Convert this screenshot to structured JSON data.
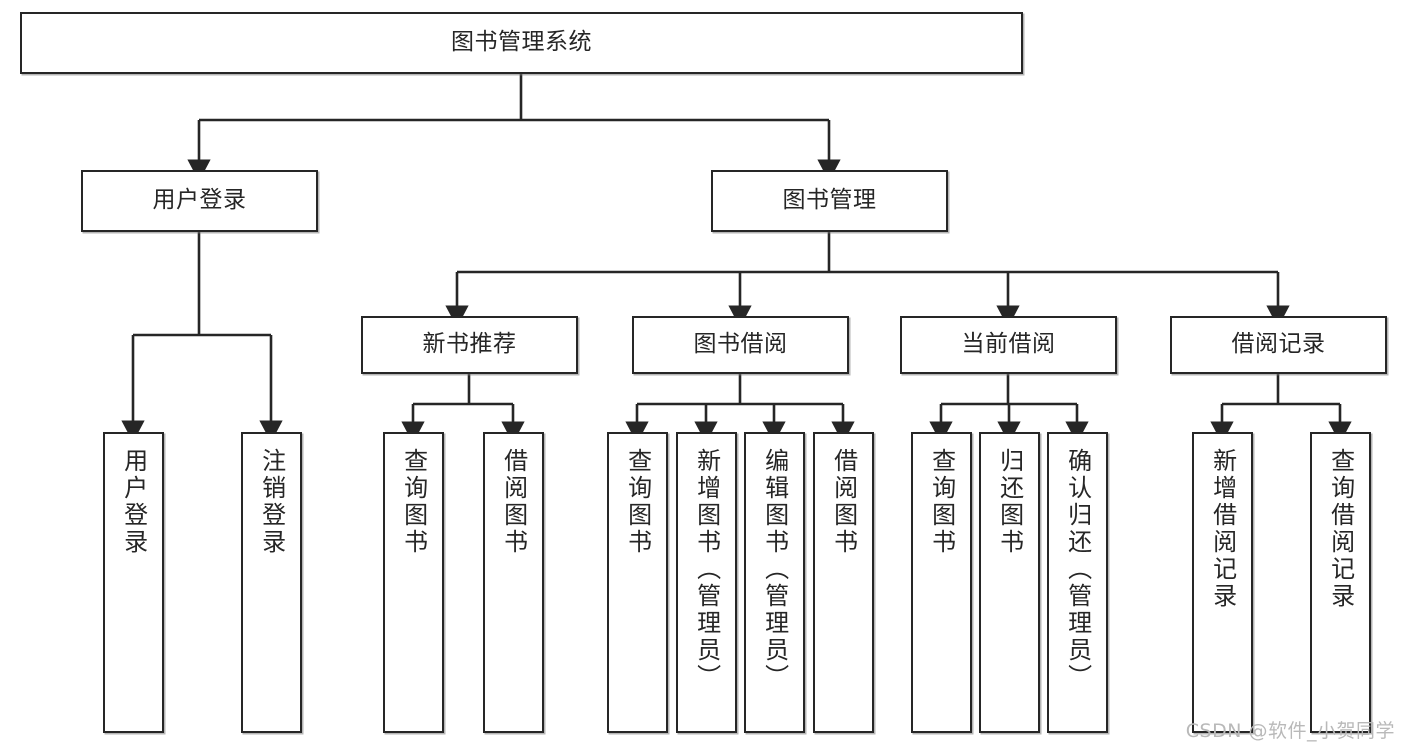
{
  "diagram": {
    "title_node": {
      "label": "图书管理系统"
    },
    "level2": [
      {
        "id": "user-login",
        "label": "用户登录"
      },
      {
        "id": "book-management",
        "label": "图书管理"
      }
    ],
    "level3": [
      {
        "id": "new-book-recommend",
        "label": "新书推荐"
      },
      {
        "id": "book-borrow",
        "label": "图书借阅"
      },
      {
        "id": "current-borrow",
        "label": "当前借阅"
      },
      {
        "id": "borrow-record",
        "label": "借阅记录"
      }
    ],
    "leaves": {
      "user_login": [
        {
          "id": "leaf-user-login",
          "label": "用户登录"
        },
        {
          "id": "leaf-logout-login",
          "label": "注销登录"
        }
      ],
      "new_book_recommend": [
        {
          "id": "leaf-query-books-1",
          "label": "查询图书"
        },
        {
          "id": "leaf-borrow-books-1",
          "label": "借阅图书"
        }
      ],
      "book_borrow": [
        {
          "id": "leaf-query-books-2",
          "label": "查询图书"
        },
        {
          "id": "leaf-add-book-admin",
          "label": "新增图书（管理员）"
        },
        {
          "id": "leaf-edit-book-admin",
          "label": "编辑图书（管理员）"
        },
        {
          "id": "leaf-borrow-books-2",
          "label": "借阅图书"
        }
      ],
      "current_borrow": [
        {
          "id": "leaf-query-books-3",
          "label": "查询图书"
        },
        {
          "id": "leaf-return-books",
          "label": "归还图书"
        },
        {
          "id": "leaf-confirm-return-admin",
          "label": "确认归还（管理员）"
        }
      ],
      "borrow_record": [
        {
          "id": "leaf-add-borrow-record",
          "label": "新增借阅记录"
        },
        {
          "id": "leaf-query-borrow-record",
          "label": "查询借阅记录"
        }
      ]
    }
  },
  "watermark": {
    "text": "CSDN @软件_小贺同学"
  },
  "colors": {
    "stroke": "#262626",
    "background": "#ffffff",
    "text": "#262626",
    "watermark": "#b9b9b9"
  }
}
